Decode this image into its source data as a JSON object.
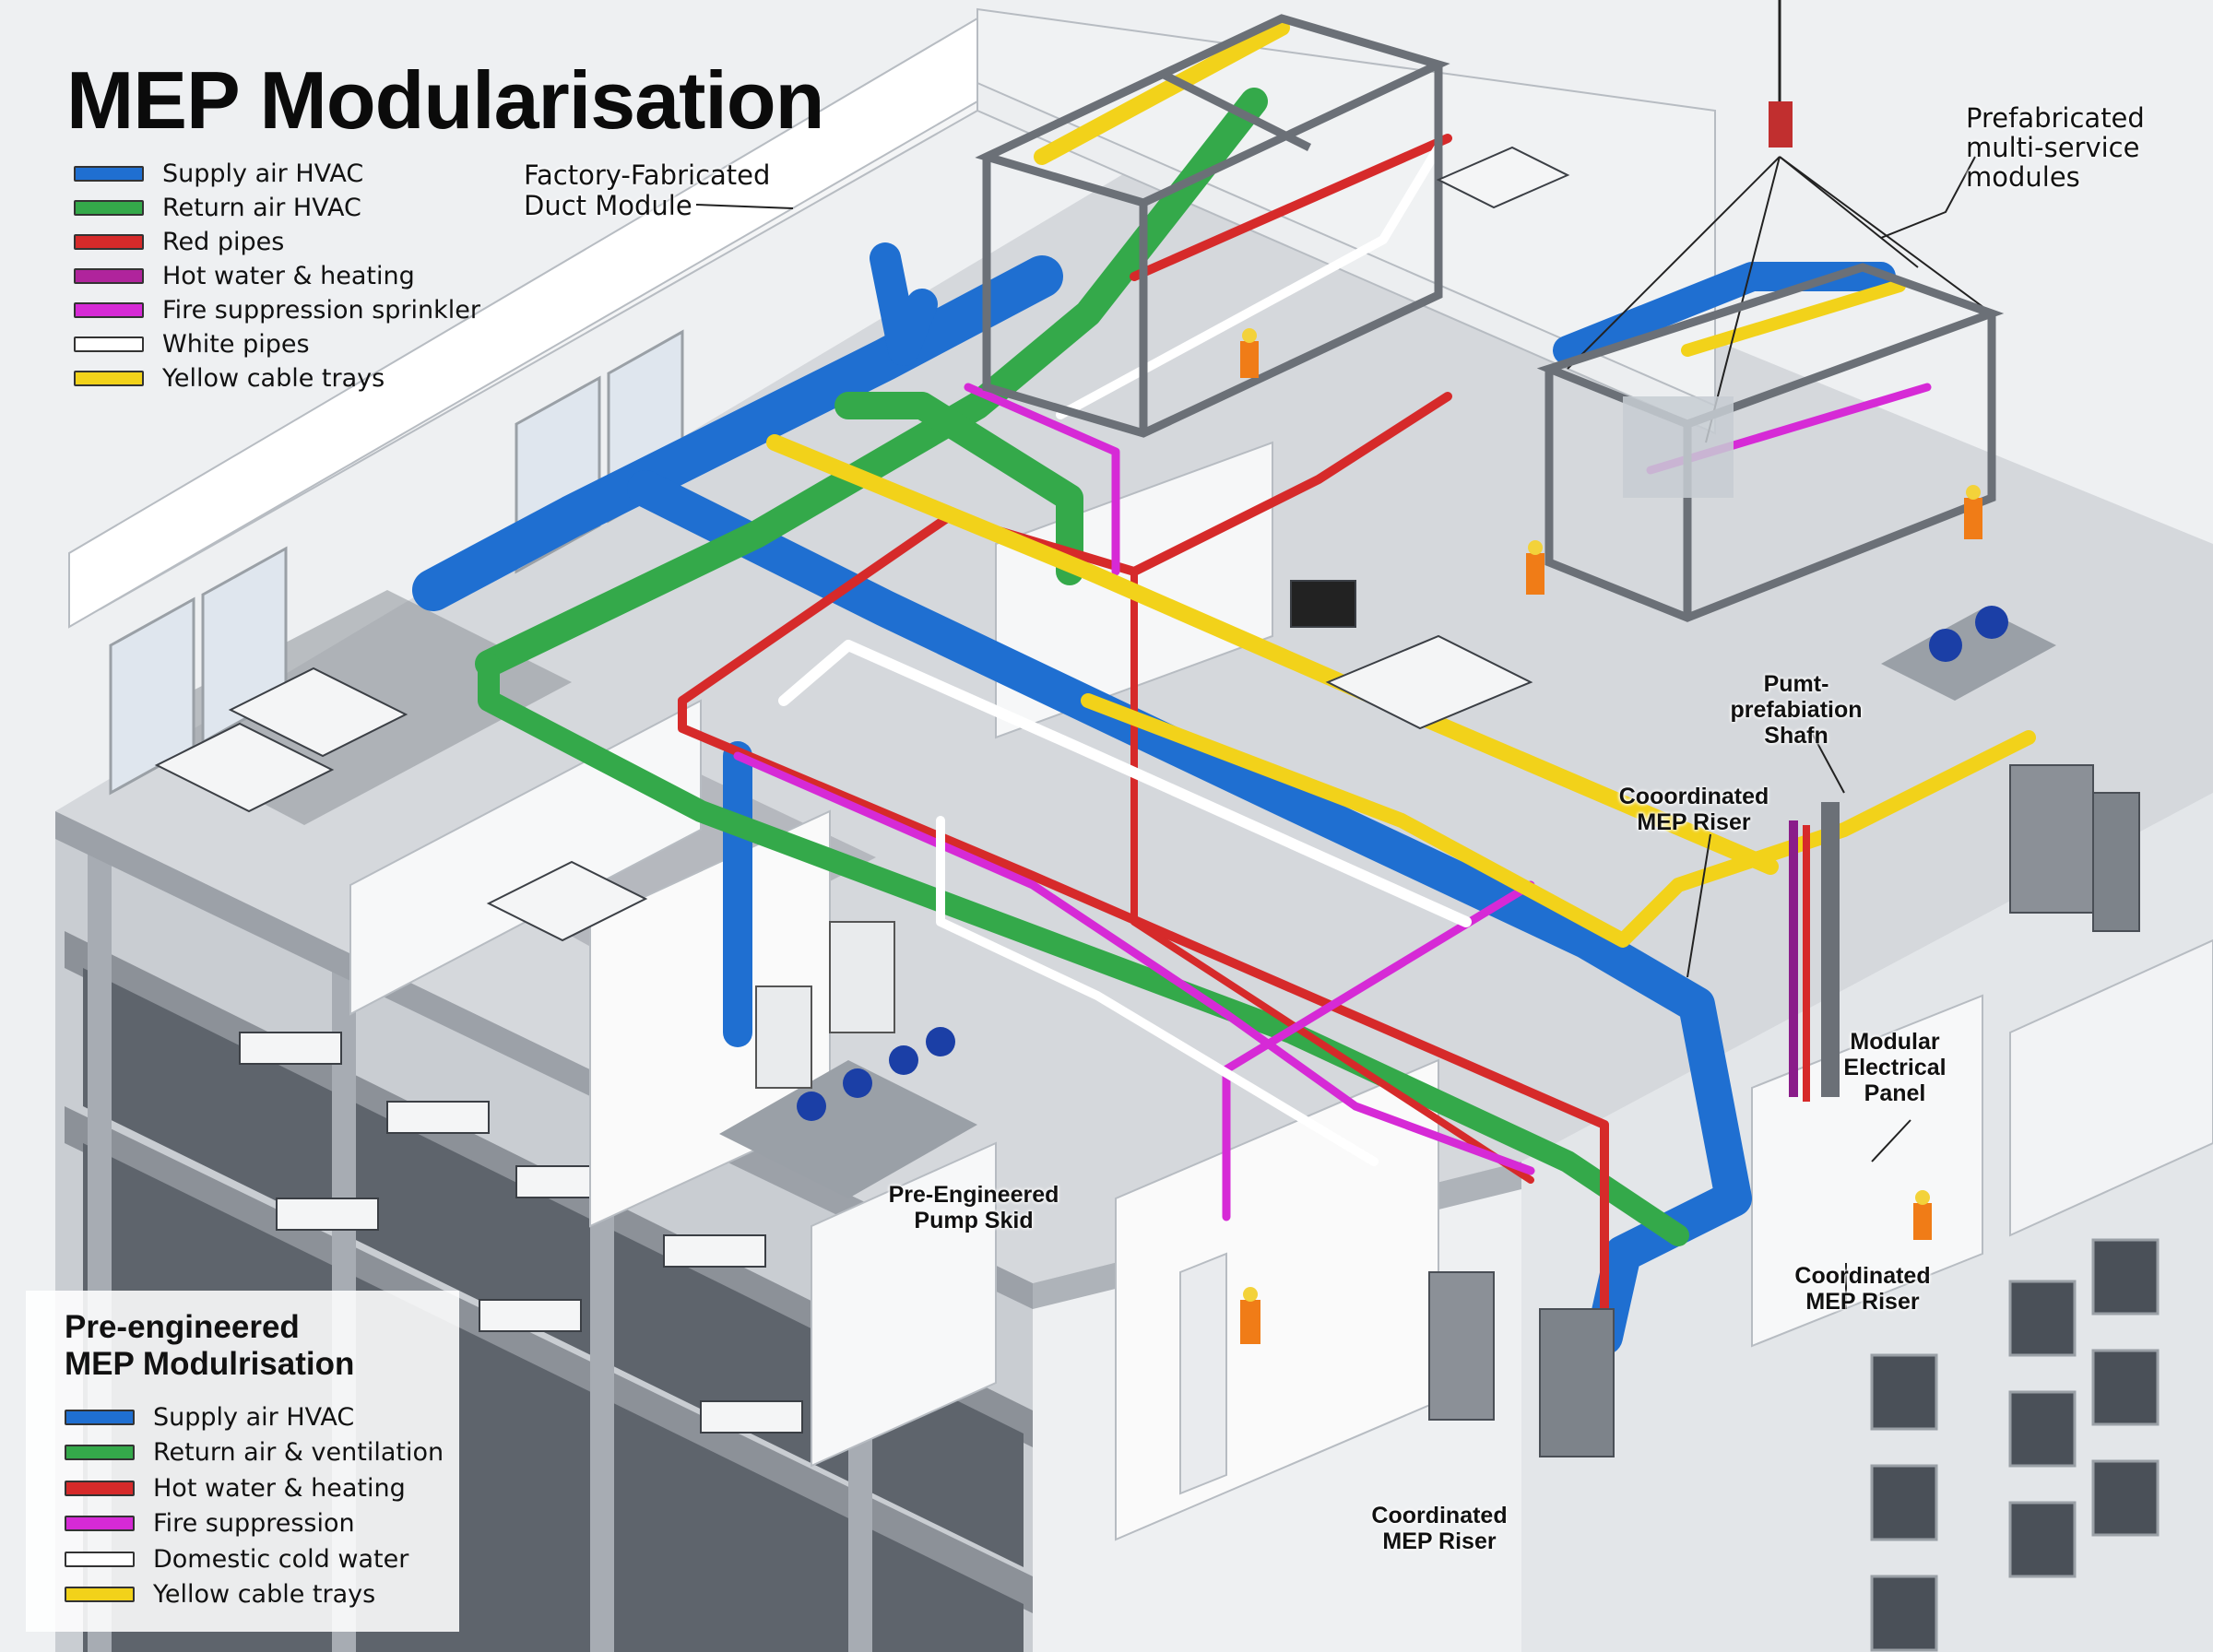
{
  "title": "MEP Modularisation",
  "colors": {
    "supply": "#1f6fd1",
    "return": "#34a94a",
    "red": "#d62a2a",
    "hot_water": "#b0249c",
    "fire": "#d62ad6",
    "white": "#ffffff",
    "yellow": "#f2d21a"
  },
  "legend_top": [
    {
      "label": "Supply air HVAC",
      "color": "#1f6fd1"
    },
    {
      "label": "Return air HVAC",
      "color": "#34a94a"
    },
    {
      "label": "Red pipes",
      "color": "#d62a2a"
    },
    {
      "label": "Hot water & heating",
      "color": "#b0249c"
    },
    {
      "label": "Fire suppression sprinkler",
      "color": "#d62ad6"
    },
    {
      "label": "White pipes",
      "color": "#ffffff"
    },
    {
      "label": "Yellow cable trays",
      "color": "#f2d21a"
    }
  ],
  "legend_bottom": {
    "title_line1": "Pre-engineered",
    "title_line2": "MEP Modulrisation",
    "items": [
      {
        "label": "Supply air HVAC",
        "color": "#1f6fd1"
      },
      {
        "label": "Return air & ventilation",
        "color": "#34a94a"
      },
      {
        "label": "Hot water & heating",
        "color": "#d62a2a"
      },
      {
        "label": "Fire suppression",
        "color": "#d62ad6"
      },
      {
        "label": "Domestic cold water",
        "color": "#ffffff"
      },
      {
        "label": "Yellow cable trays",
        "color": "#f2d21a"
      }
    ]
  },
  "callouts": {
    "factory_duct_1": "Factory-Fabricated",
    "factory_duct_2": "Duct Module",
    "prefab_1": "Prefabricated",
    "prefab_2": "multi-service",
    "prefab_3": "modules",
    "pump_shaft_1": "Pumt-",
    "pump_shaft_2": "prefabiation",
    "pump_shaft_3": "Shafn",
    "riser_a_1": "Cooordinated",
    "riser_a_2": "MEP Riser",
    "modular_panel_1": "Modular",
    "modular_panel_2": "Electrical",
    "modular_panel_3": "Panel",
    "pump_skid_1": "Pre-Engineered",
    "pump_skid_2": "Pump Skid",
    "riser_b_1": "Coordinated",
    "riser_b_2": "MEP Riser",
    "riser_c_1": "Coordinated",
    "riser_c_2": "MEP Riser"
  }
}
